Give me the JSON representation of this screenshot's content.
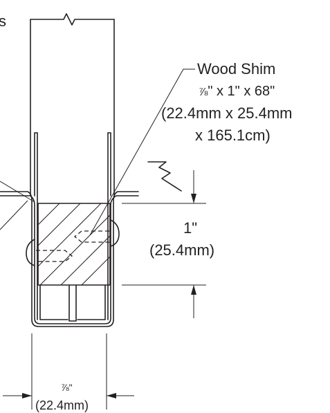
{
  "shim_label": {
    "title": "Wood Shim",
    "size_fraction": "⅞",
    "size_imperial_rest": "\" x 1\" x 68\"",
    "size_metric_line1": "(22.4mm x 25.4mm",
    "size_metric_line2": "x 165.1cm)"
  },
  "dimension_height": {
    "imperial": "1\"",
    "metric": "(25.4mm)"
  },
  "dimension_width": {
    "imperial": "⅞\"",
    "metric": "(22.4mm)"
  },
  "partial_text_left": "s"
}
